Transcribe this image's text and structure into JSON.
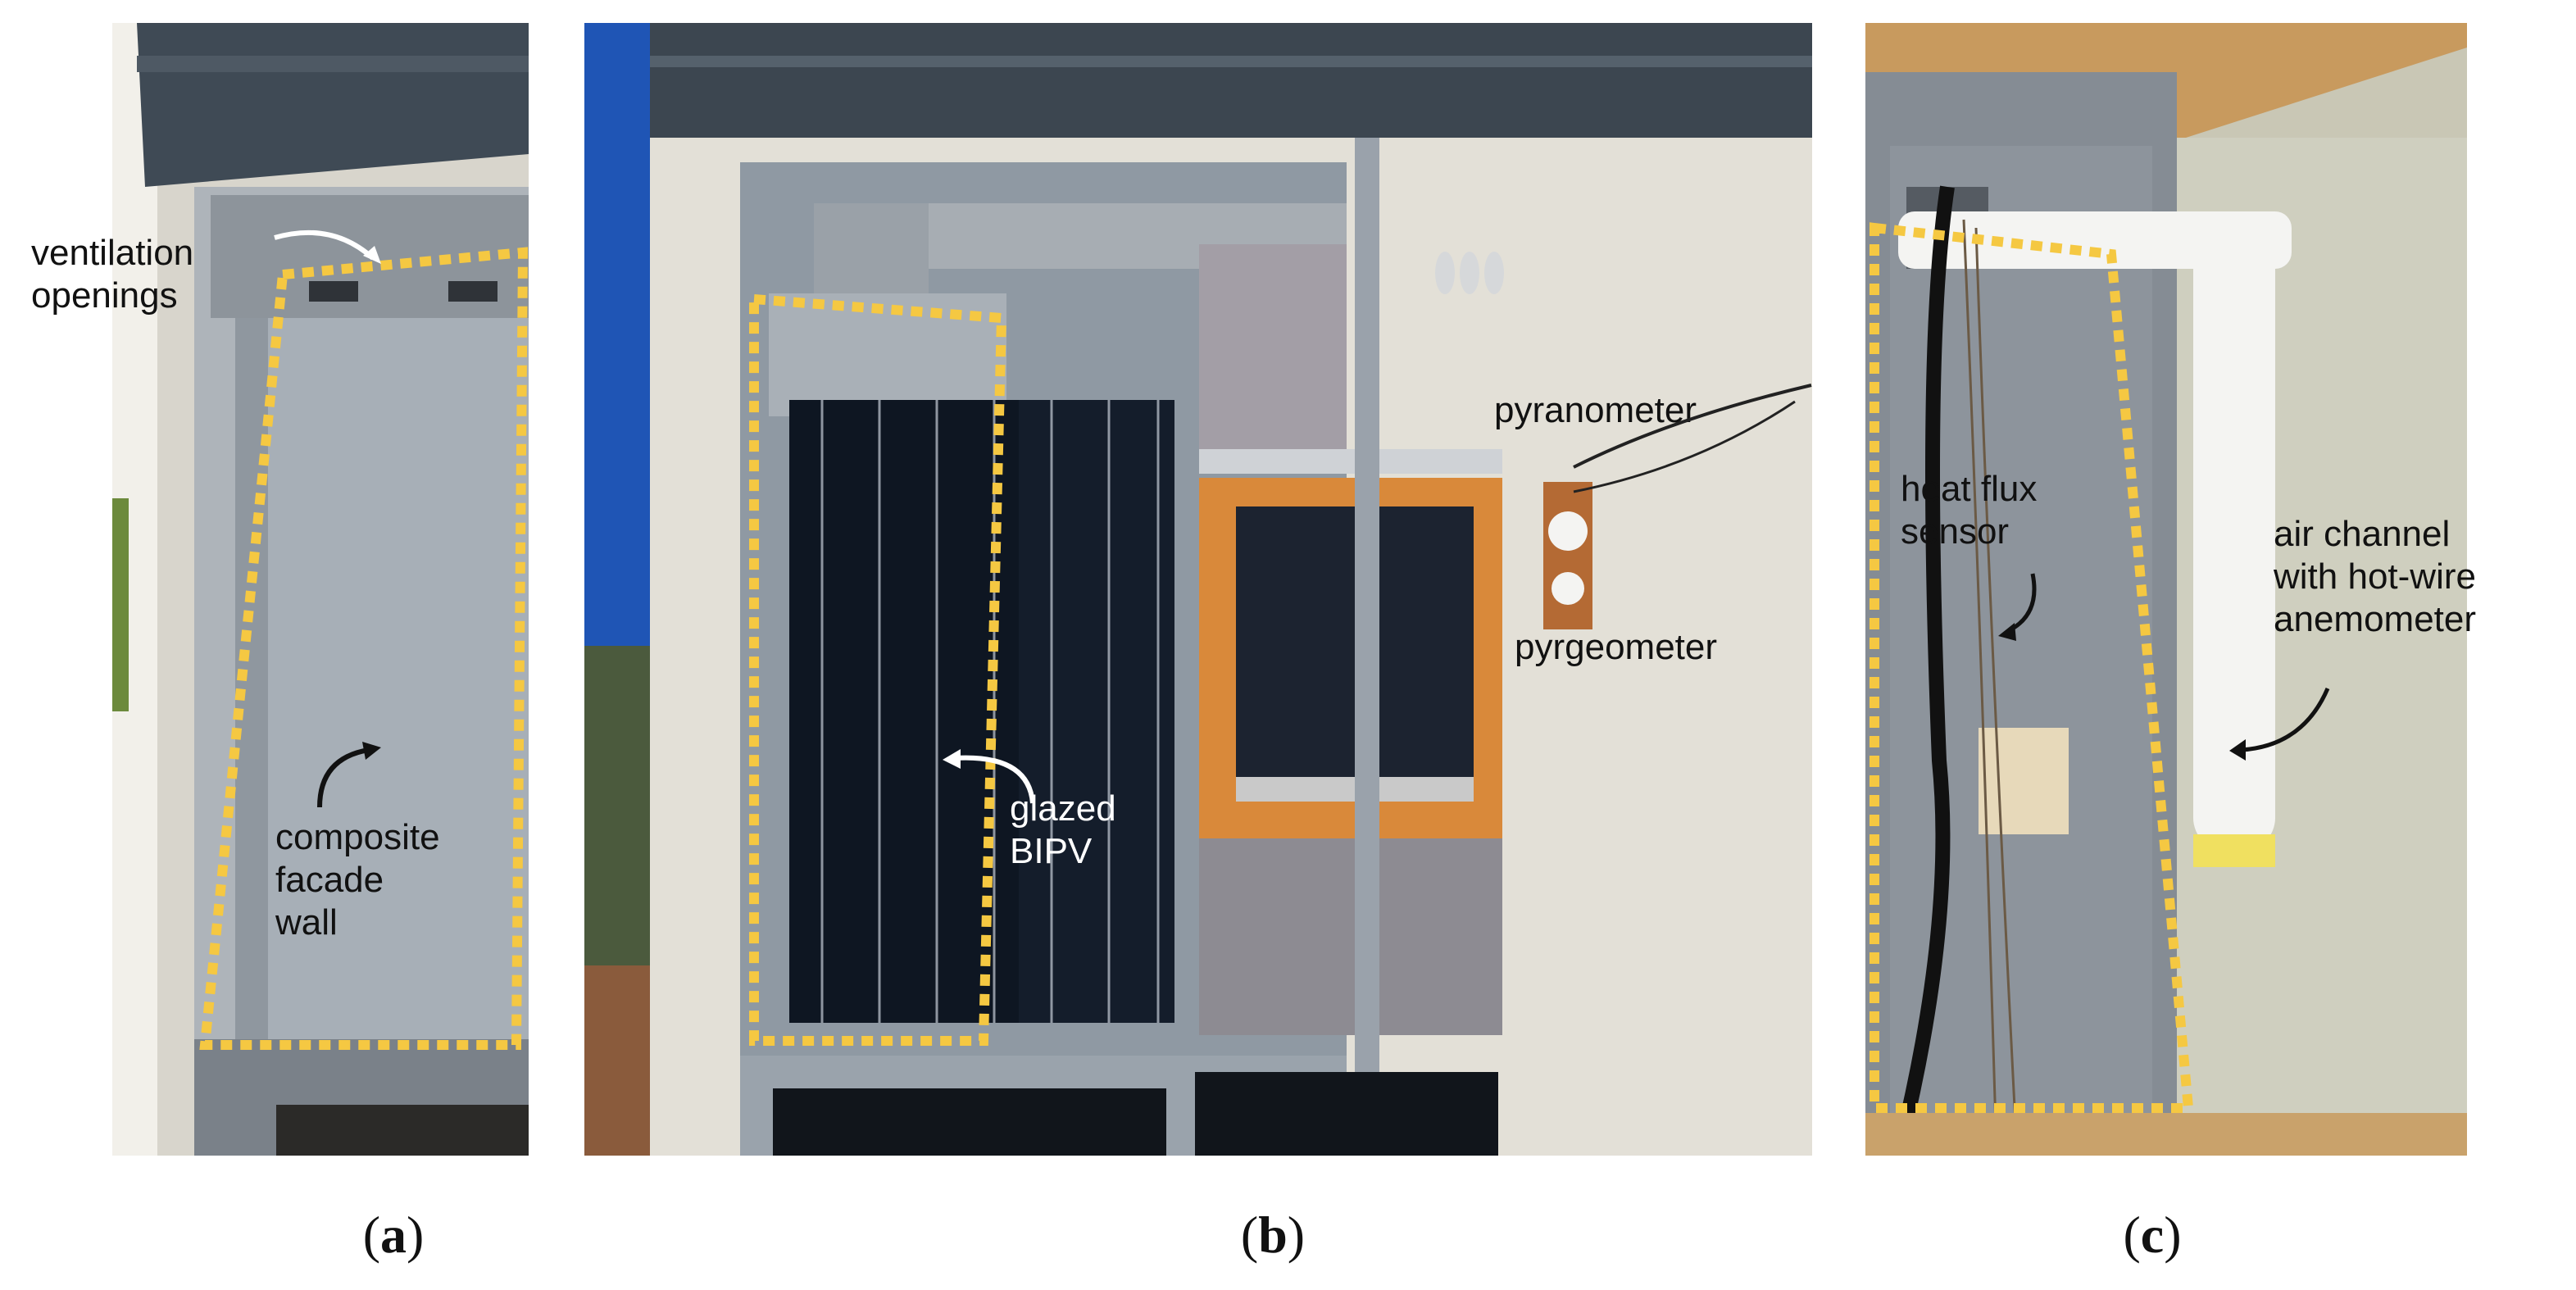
{
  "panel_a": {
    "labels": {
      "ventilation": "ventilation\nopenings",
      "composite": "composite\nfacade\nwall"
    },
    "caption_letter": "a"
  },
  "panel_b": {
    "labels": {
      "glazed": "glazed\nBIPV",
      "pyranometer": "pyranometer",
      "pyrgeometer": "pyrgeometer"
    },
    "caption_letter": "b"
  },
  "panel_c": {
    "labels": {
      "heat_flux": "heat flux\nsensor",
      "air_channel": "air channel\nwith hot-wire\nanemometer"
    },
    "caption_letter": "c"
  },
  "colors": {
    "highlight_box": "#f5c842",
    "sky": "#1f55b5",
    "roof": "#3c4650",
    "facade_grey": "#9ea5ae",
    "window_frame": "#d9893a"
  }
}
